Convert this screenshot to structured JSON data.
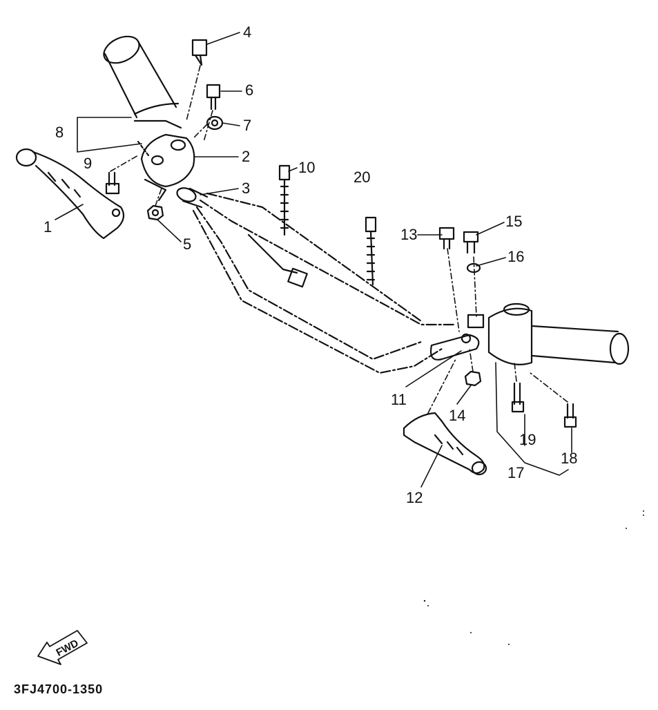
{
  "diagram": {
    "callouts": [
      {
        "id": "1",
        "label": "1"
      },
      {
        "id": "2",
        "label": "2"
      },
      {
        "id": "3",
        "label": "3"
      },
      {
        "id": "4",
        "label": "4"
      },
      {
        "id": "5",
        "label": "5"
      },
      {
        "id": "6",
        "label": "6"
      },
      {
        "id": "7",
        "label": "7"
      },
      {
        "id": "8",
        "label": "8"
      },
      {
        "id": "9",
        "label": "9"
      },
      {
        "id": "10",
        "label": "10"
      },
      {
        "id": "11",
        "label": "11"
      },
      {
        "id": "12",
        "label": "12"
      },
      {
        "id": "13",
        "label": "13"
      },
      {
        "id": "14",
        "label": "14"
      },
      {
        "id": "15",
        "label": "15"
      },
      {
        "id": "16",
        "label": "16"
      },
      {
        "id": "17",
        "label": "17"
      },
      {
        "id": "18",
        "label": "18"
      },
      {
        "id": "19",
        "label": "19"
      },
      {
        "id": "20",
        "label": "20"
      }
    ],
    "direction_arrow_label": "FWD",
    "reference_code": "3FJ4700-1350"
  },
  "colors": {
    "ink": "#111111",
    "paper": "#ffffff"
  }
}
